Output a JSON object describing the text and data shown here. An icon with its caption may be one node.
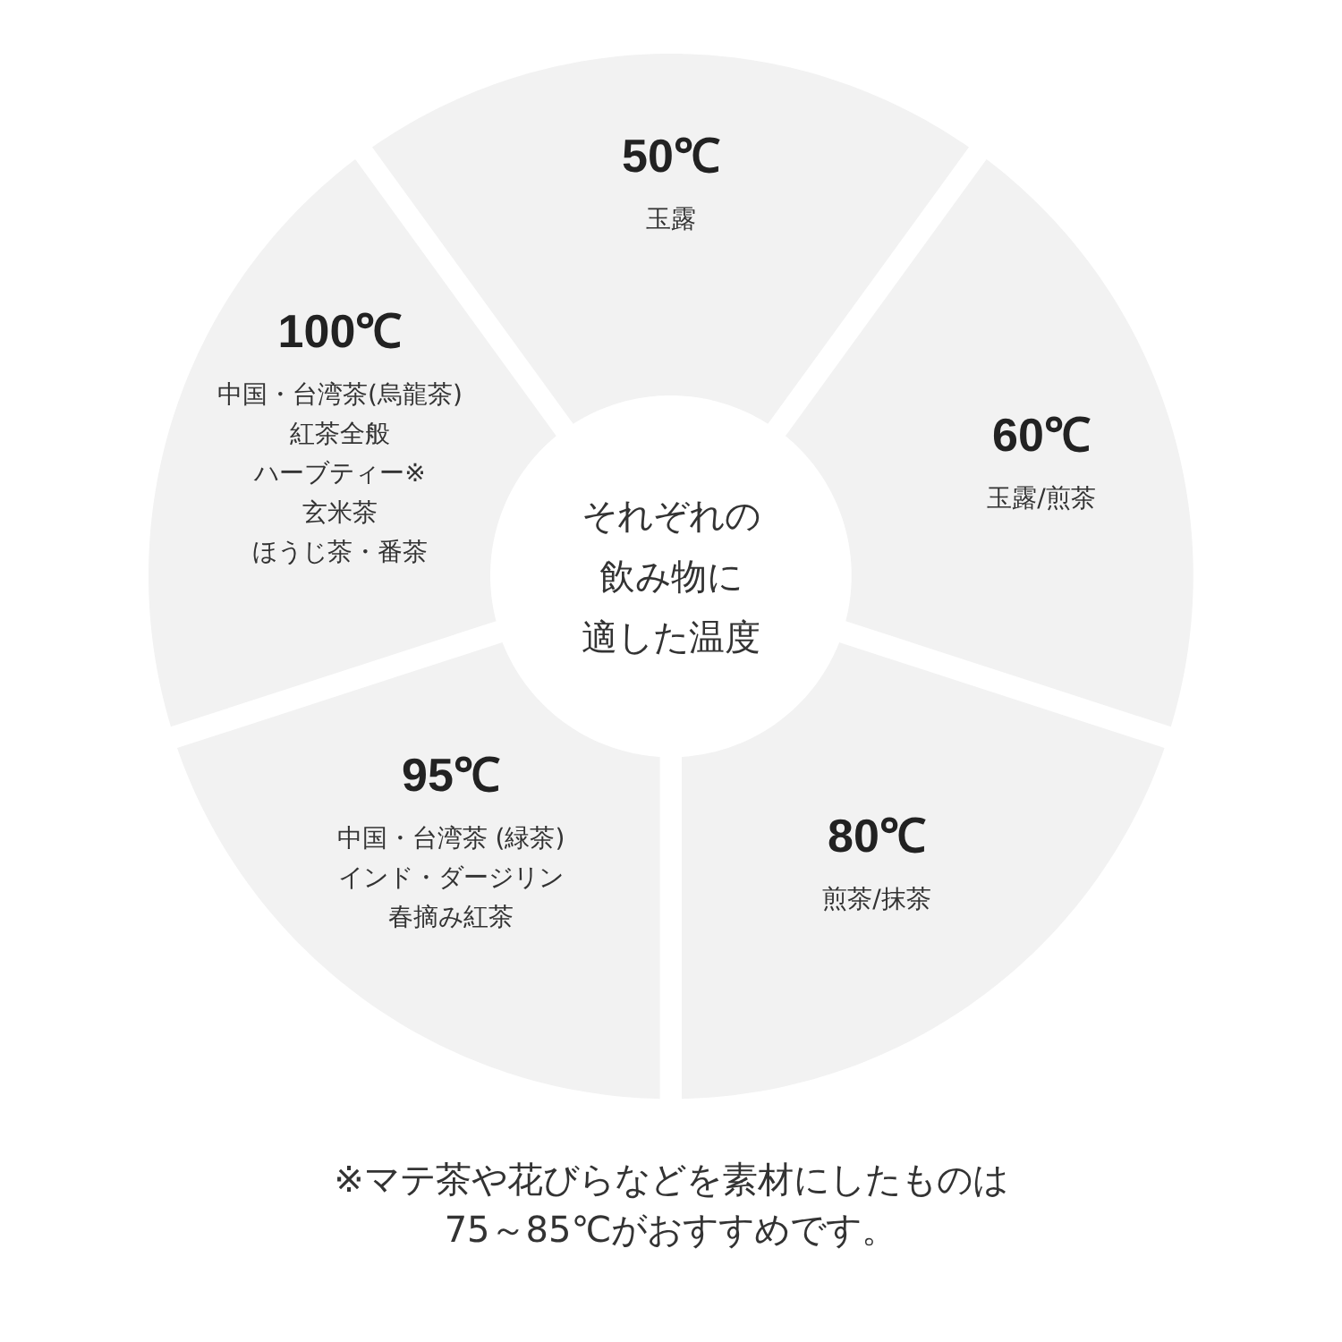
{
  "diagram": {
    "nodes": [
      {
        "text": [
          "50℃",
          "玉露"
        ]
      },
      {
        "text": [
          "60℃",
          "玉露/煎茶"
        ]
      },
      {
        "text": [
          "80℃",
          "煎茶/抹茶"
        ]
      },
      {
        "text": [
          "95℃",
          "中国・台湾茶 (緑茶)",
          "インド・ダージリン",
          "春摘み紅茶"
        ]
      },
      {
        "text": [
          "100℃",
          "中国・台湾茶(烏龍茶)",
          "紅茶全般",
          "ハーブティー※",
          "玄米茶",
          "ほうじ茶・番茶"
        ]
      },
      {
        "text": [
          "それぞれの",
          "飲み物に",
          "適した温度"
        ]
      }
    ],
    "labels": [
      "※マテ茶や花びらなどを素材にしたものは75～85℃がおすすめです。"
    ]
  }
}
